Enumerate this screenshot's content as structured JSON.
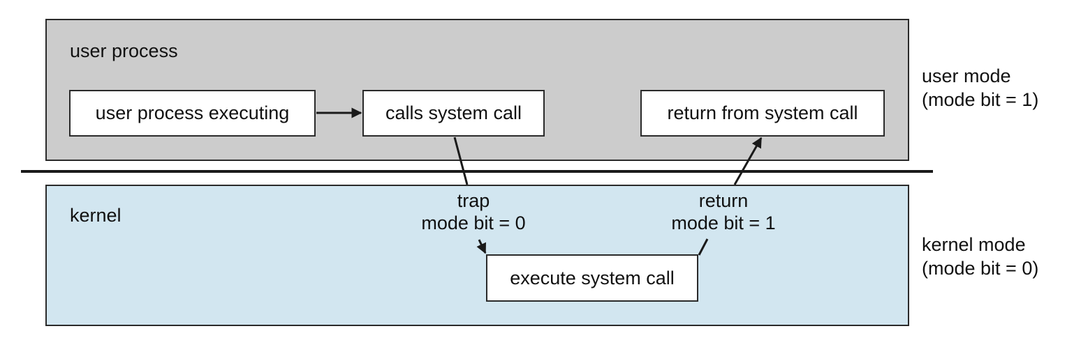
{
  "regions": {
    "user": {
      "label": "user process",
      "fill": "#cccccc"
    },
    "kernel": {
      "label": "kernel",
      "fill": "#d2e6f0"
    }
  },
  "boxes": {
    "user_process_executing": "user process executing",
    "calls_system_call": "calls system call",
    "return_from_system_call": "return from system call",
    "execute_system_call": "execute system call"
  },
  "edges": {
    "trap": {
      "line1": "trap",
      "line2": "mode bit = 0"
    },
    "return": {
      "line1": "return",
      "line2": "mode bit = 1"
    }
  },
  "modes": {
    "user": {
      "line1": "user mode",
      "line2": "(mode bit = 1)"
    },
    "kernel": {
      "line1": "kernel mode",
      "line2": "(mode bit = 0)"
    }
  }
}
